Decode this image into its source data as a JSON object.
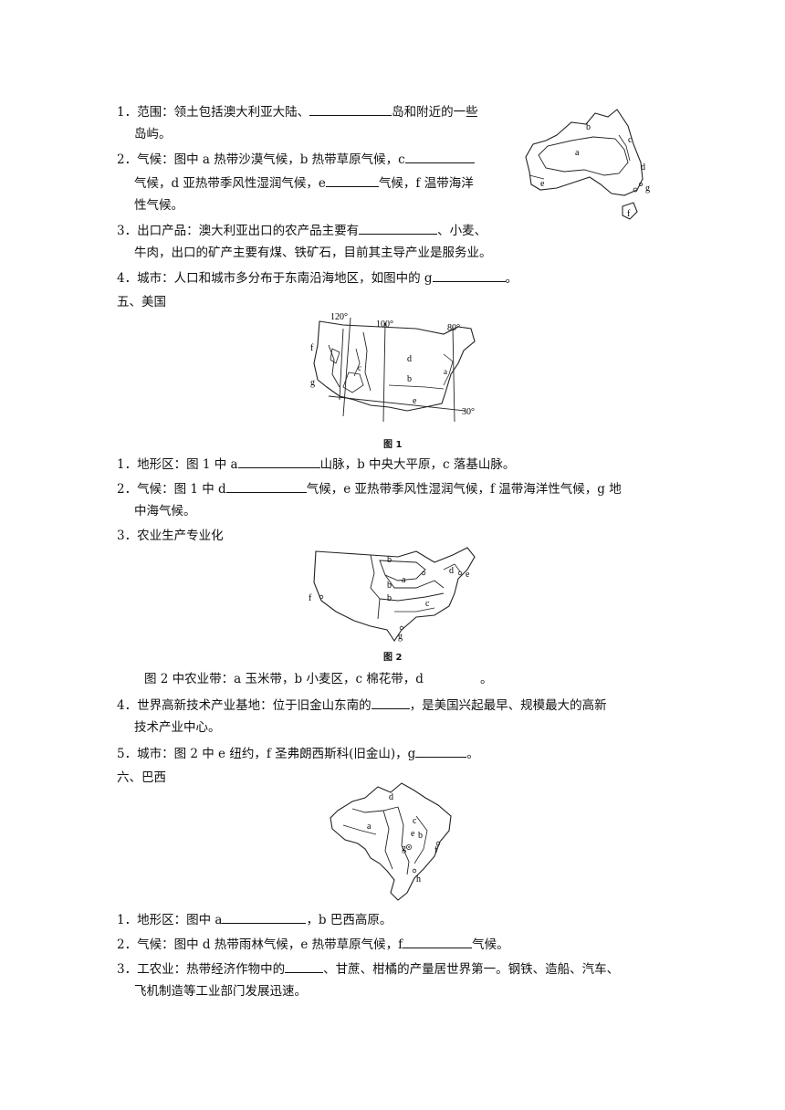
{
  "australia": {
    "item1": {
      "a": "1．范围：领土包括澳大利亚大陆、",
      "b": "岛和附近的一些",
      "c": "岛屿。"
    },
    "item2": {
      "a": "2．气候：图中 a 热带沙漠气候，b 热带草原气候，c",
      "b": "气候，d 亚热带季风性湿润气候，e",
      "c": "气候，f 温带海洋",
      "d": "性气候。"
    },
    "item3": {
      "a": "3．出口产品：澳大利亚出口的农产品主要有",
      "b": "、小麦、",
      "c": "牛肉，出口的矿产主要有煤、铁矿石，目前其主导产业是服务业。"
    },
    "item4": {
      "a": "4．城市：人口和城市多分布于东南沿海地区，如图中的 g",
      "b": "。"
    },
    "map_labels": [
      "a",
      "b",
      "c",
      "d",
      "e",
      "g",
      "f"
    ]
  },
  "usa": {
    "heading": "五、美国",
    "fig1": {
      "caption": "图 1",
      "lon": [
        "120°",
        "100°",
        "80°"
      ],
      "lat": "30°",
      "labels": [
        "a",
        "b",
        "c",
        "d",
        "e",
        "f",
        "g"
      ]
    },
    "item1": {
      "a": "1．地形区：图 1 中 a",
      "b": "山脉，b 中央大平原，c 落基山脉。"
    },
    "item2": {
      "a": "2．气候：图 1 中 d",
      "b": "气候，e 亚热带季风性湿润气候，f 温带海洋性气候，g 地",
      "c": "中海气候。"
    },
    "item3": "3．农业生产专业化",
    "fig2": {
      "caption": "图 2",
      "labels": [
        "a",
        "b",
        "b",
        "b",
        "c",
        "d",
        "e",
        "f",
        "g"
      ]
    },
    "fig2_text": {
      "a": "图 2 中农业带：a 玉米带，b 小麦区，c 棉花带，d",
      "b": "。"
    },
    "item4": {
      "a": "4．世界高新技术产业基地：位于旧金山东南的",
      "b": "，是美国兴起最早、规模最大的高新",
      "c": "技术产业中心。"
    },
    "item5": {
      "a": "5．城市：图 2 中 e 纽约，f 圣弗朗西斯科(旧金山)，g",
      "b": "。"
    }
  },
  "brazil": {
    "heading": "六、巴西",
    "map_labels": [
      "d",
      "a",
      "e",
      "b",
      "g",
      "c",
      "f",
      "h"
    ],
    "item1": {
      "a": "1．地形区：图中 a",
      "b": "，b 巴西高原。"
    },
    "item2": {
      "a": "2．气候：图中 d 热带雨林气候，e 热带草原气候，f",
      "b": "气候。"
    },
    "item3": {
      "a": "3．工农业：热带经济作物中的",
      "b": "、甘蔗、柑橘的产量居世界第一。钢铁、造船、汽车、",
      "c": "飞机制造等工业部门发展迅速。"
    }
  }
}
